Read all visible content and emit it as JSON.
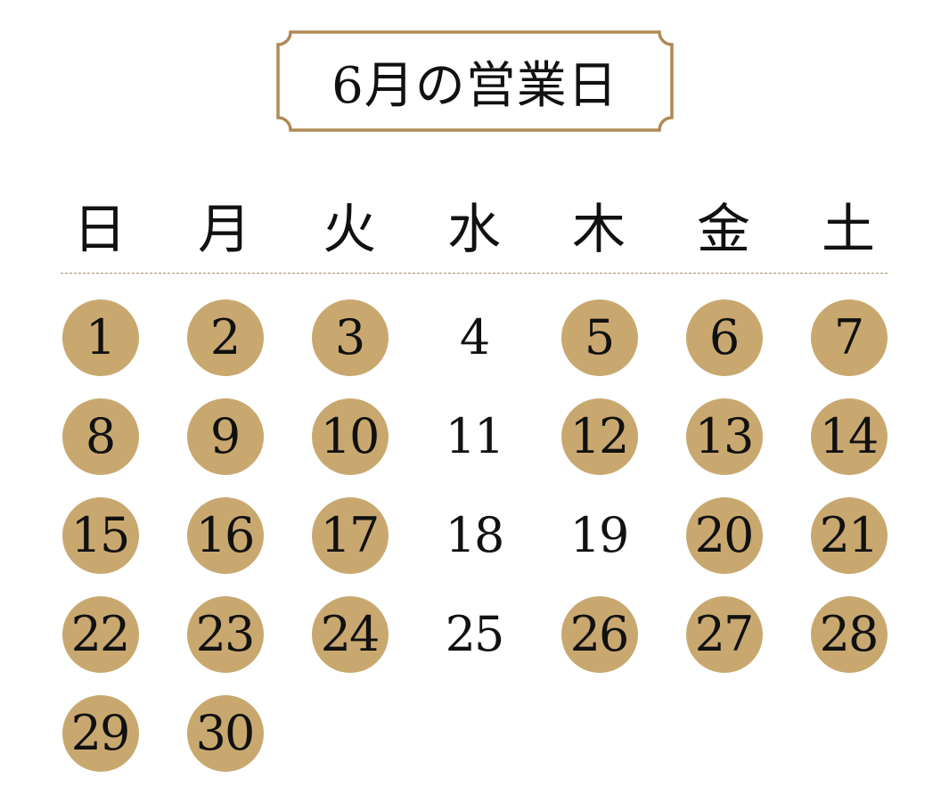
{
  "title": "6月の営業日",
  "colors": {
    "open_day_circle": "#c9a870",
    "frame_border": "#b08a55",
    "divider": "#a88f6a",
    "text": "#111111"
  },
  "weekdays": [
    "日",
    "月",
    "火",
    "水",
    "木",
    "金",
    "土"
  ],
  "calendar": {
    "month": 6,
    "first_weekday_index": 0,
    "days": [
      {
        "day": "1",
        "open": true
      },
      {
        "day": "2",
        "open": true
      },
      {
        "day": "3",
        "open": true
      },
      {
        "day": "4",
        "open": false
      },
      {
        "day": "5",
        "open": true
      },
      {
        "day": "6",
        "open": true
      },
      {
        "day": "7",
        "open": true
      },
      {
        "day": "8",
        "open": true
      },
      {
        "day": "9",
        "open": true
      },
      {
        "day": "10",
        "open": true
      },
      {
        "day": "11",
        "open": false
      },
      {
        "day": "12",
        "open": true
      },
      {
        "day": "13",
        "open": true
      },
      {
        "day": "14",
        "open": true
      },
      {
        "day": "15",
        "open": true
      },
      {
        "day": "16",
        "open": true
      },
      {
        "day": "17",
        "open": true
      },
      {
        "day": "18",
        "open": false
      },
      {
        "day": "19",
        "open": false
      },
      {
        "day": "20",
        "open": true
      },
      {
        "day": "21",
        "open": true
      },
      {
        "day": "22",
        "open": true
      },
      {
        "day": "23",
        "open": true
      },
      {
        "day": "24",
        "open": true
      },
      {
        "day": "25",
        "open": false
      },
      {
        "day": "26",
        "open": true
      },
      {
        "day": "27",
        "open": true
      },
      {
        "day": "28",
        "open": true
      },
      {
        "day": "29",
        "open": true
      },
      {
        "day": "30",
        "open": true
      }
    ]
  }
}
